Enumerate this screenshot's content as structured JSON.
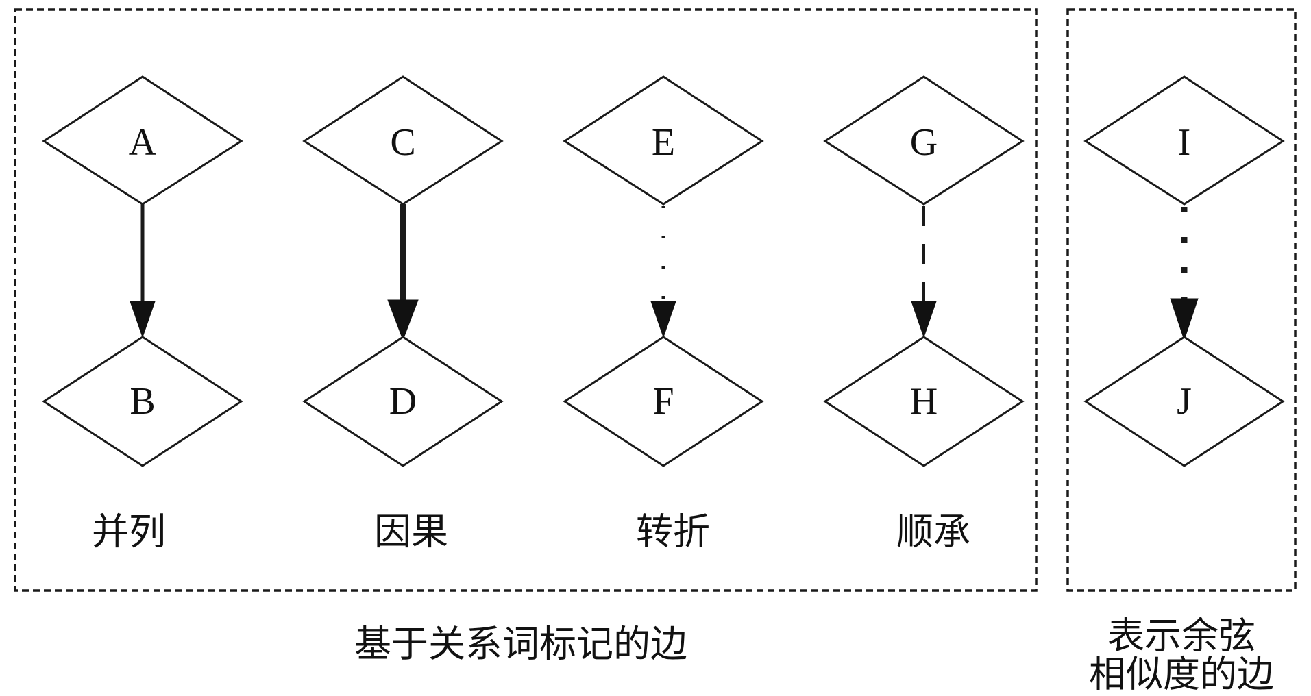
{
  "groups": {
    "marker_edges": {
      "nodes": [
        "A",
        "B",
        "C",
        "D",
        "E",
        "F",
        "G",
        "H"
      ],
      "relations": [
        "并列",
        "因果",
        "转折",
        "顺承"
      ],
      "caption": "基于关系词标记的边"
    },
    "cosine_edges": {
      "nodes": [
        "I",
        "J"
      ],
      "caption_line1": "表示余弦",
      "caption_line2": "相似度的边"
    }
  },
  "edges": [
    {
      "from": "A",
      "to": "B",
      "style": "solid"
    },
    {
      "from": "C",
      "to": "D",
      "style": "solid-bold"
    },
    {
      "from": "E",
      "to": "F",
      "style": "dotted"
    },
    {
      "from": "G",
      "to": "H",
      "style": "dashed"
    },
    {
      "from": "I",
      "to": "J",
      "style": "dotted-bold"
    }
  ]
}
